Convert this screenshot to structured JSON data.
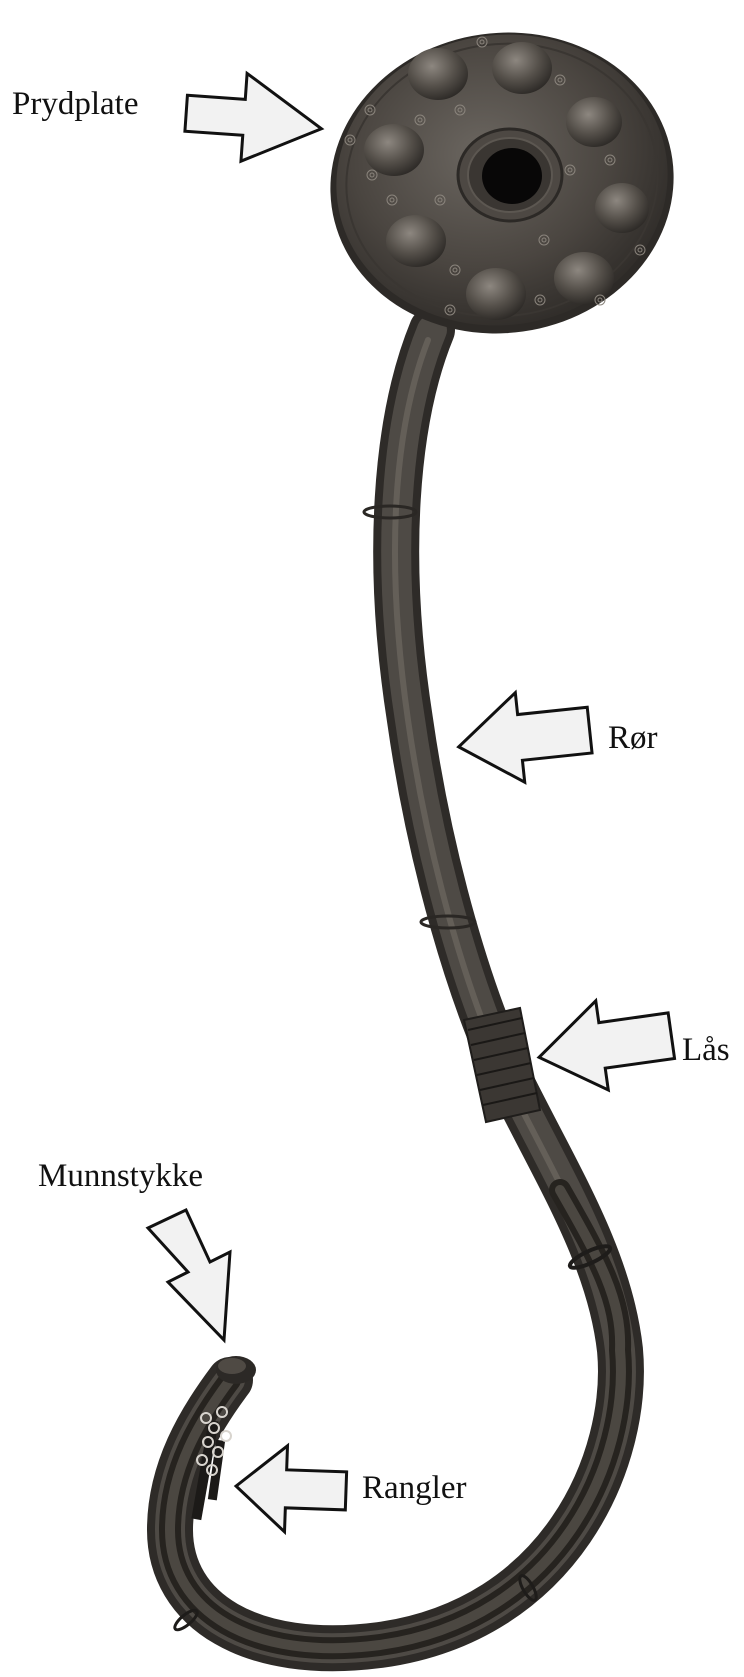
{
  "labels": {
    "prydplate": "Prydplate",
    "ror": "Rør",
    "las": "Lås",
    "munnstykke": "Munnstykke",
    "rangler": "Rangler"
  },
  "colors": {
    "background": "#ffffff",
    "bronze": "#3a3733",
    "bronze_light": "#5b5650",
    "arrow_fill": "#f2f2f2",
    "arrow_stroke": "#111111",
    "text": "#111111"
  },
  "icons": {
    "arrows": "outlined-block-arrow"
  }
}
